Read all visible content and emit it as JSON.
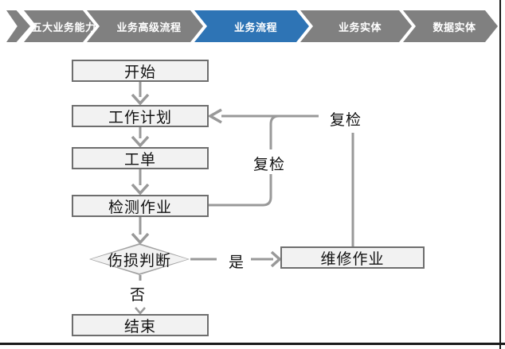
{
  "nav": {
    "items": [
      {
        "label": "五大业务能力",
        "active": false
      },
      {
        "label": "业务高级流程",
        "active": false
      },
      {
        "label": "业务流程",
        "active": true
      },
      {
        "label": "业务实体",
        "active": false
      },
      {
        "label": "数据实体",
        "active": false
      }
    ],
    "colors": {
      "inactive": "#808080",
      "active": "#2e74b5",
      "text": "#ffffff"
    }
  },
  "flowchart": {
    "nodes": {
      "start": {
        "label": "开始",
        "type": "process"
      },
      "plan": {
        "label": "工作计划",
        "type": "process"
      },
      "order": {
        "label": "工单",
        "type": "process"
      },
      "inspect": {
        "label": "检测作业",
        "type": "process"
      },
      "judge": {
        "label": "伤损判断",
        "type": "decision"
      },
      "repair": {
        "label": "维修作业",
        "type": "process"
      },
      "end": {
        "label": "结束",
        "type": "process"
      }
    },
    "edge_labels": {
      "recheck_inner": "复检",
      "recheck_outer": "复检",
      "yes": "是",
      "no": "否"
    },
    "colors": {
      "node_fill": "#f2f2f2",
      "node_border": "#6e6e6e",
      "diamond_border": "#a3a3a3",
      "connector": "#999999",
      "text": "#111111"
    }
  }
}
